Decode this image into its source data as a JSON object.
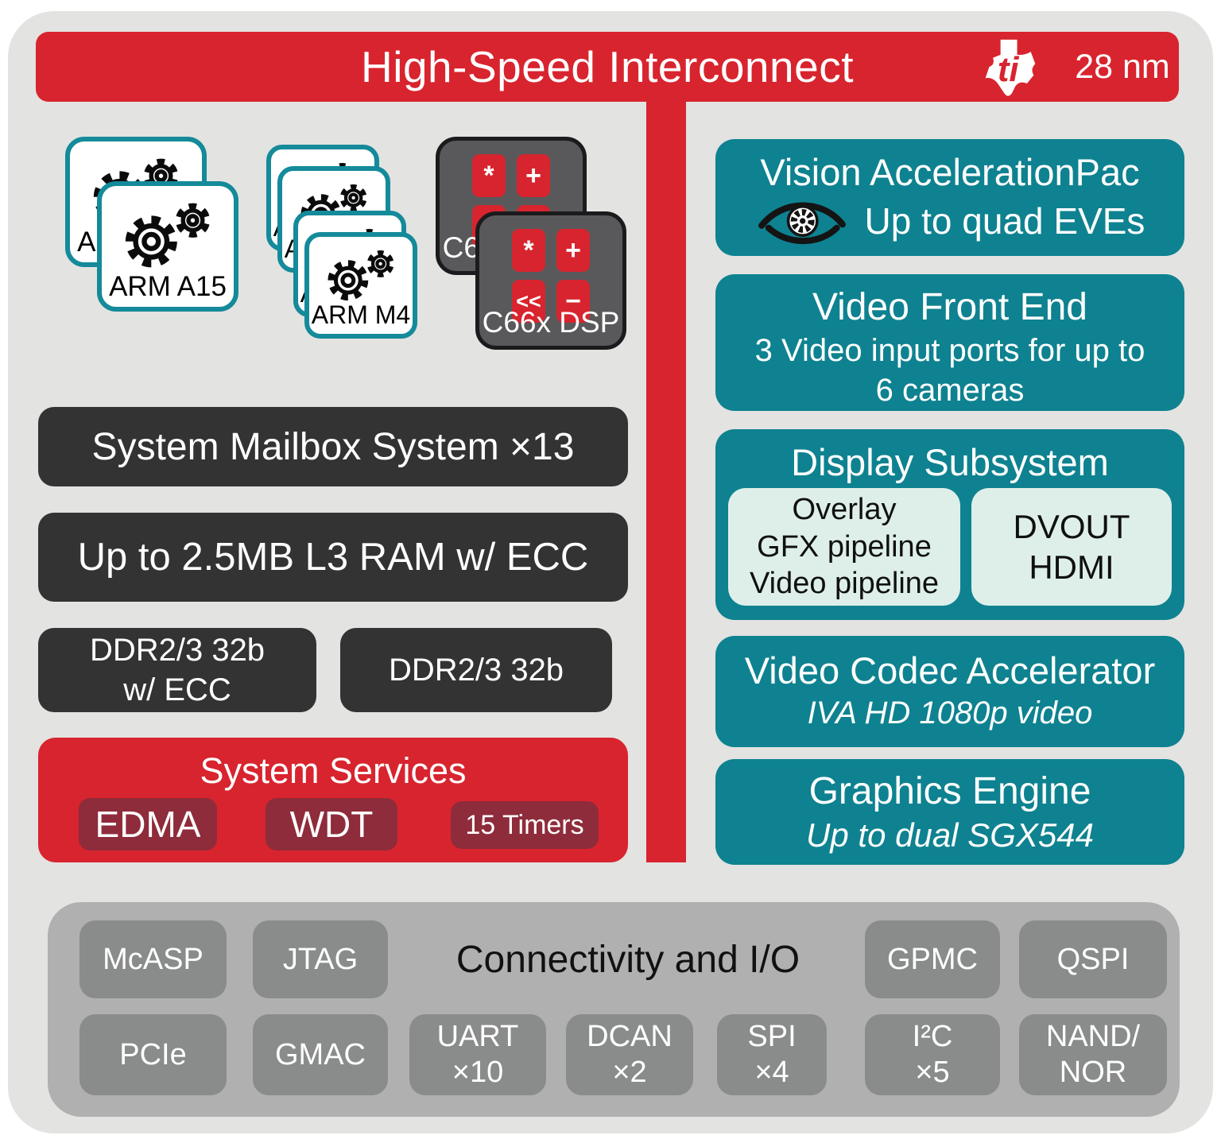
{
  "header": {
    "title": "High-Speed Interconnect",
    "process": "28 nm"
  },
  "cores": {
    "a15_label": "ARM A15",
    "m4_label": "ARM M4",
    "dsp_label": "C66x DSP",
    "dsp_buttons": [
      "*",
      "+",
      "<<",
      "−"
    ]
  },
  "memory": {
    "mailbox": "System Mailbox System ×13",
    "l3": "Up to 2.5MB L3 RAM w/ ECC",
    "ddr_ecc_l1": "DDR2/3 32b",
    "ddr_ecc_l2": "w/ ECC",
    "ddr": "DDR2/3 32b"
  },
  "services": {
    "title": "System Services",
    "edma": "EDMA",
    "wdt": "WDT",
    "timers": "15 Timers"
  },
  "accelerators": {
    "vision": {
      "title": "Vision AccelerationPac",
      "sub": "Up to quad EVEs"
    },
    "vfe": {
      "title": "Video Front End",
      "sub": "3 Video input ports for up to 6 cameras"
    },
    "display": {
      "title": "Display Subsystem",
      "pipes": [
        "Overlay",
        "GFX pipeline",
        "Video pipeline"
      ],
      "out": [
        "DVOUT",
        "HDMI"
      ]
    },
    "codec": {
      "title": "Video Codec Accelerator",
      "sub": "IVA HD 1080p video"
    },
    "gfx": {
      "title": "Graphics Engine",
      "sub": "Up to dual SGX544"
    }
  },
  "connectivity": {
    "title": "Connectivity and I/O",
    "row1": [
      "McASP",
      "JTAG",
      "GPMC",
      "QSPI"
    ],
    "row2": [
      [
        "PCIe",
        ""
      ],
      [
        "GMAC",
        ""
      ],
      [
        "UART",
        "×10"
      ],
      [
        "DCAN",
        "×2"
      ],
      [
        "SPI",
        "×4"
      ],
      [
        "I²C",
        "×5"
      ],
      [
        "NAND/",
        "NOR"
      ]
    ]
  },
  "icons": {
    "brand": "ti-logo",
    "vision": "eye-icon",
    "cpu_cards": "gears-icon",
    "dsp_cards": "calculator-keys-icon"
  },
  "colors": {
    "red": "#D8242E",
    "teal": "#0E8290",
    "teal_border": "#148A9A",
    "charcoal": "#333333",
    "maroon": "#8E2C3B",
    "dsp_gray": "#59595B",
    "panel_gray": "#B0B0B0",
    "chip_gray": "#8A8B8B",
    "background": "#E3E3E1",
    "mint": "#DEEFEA"
  }
}
